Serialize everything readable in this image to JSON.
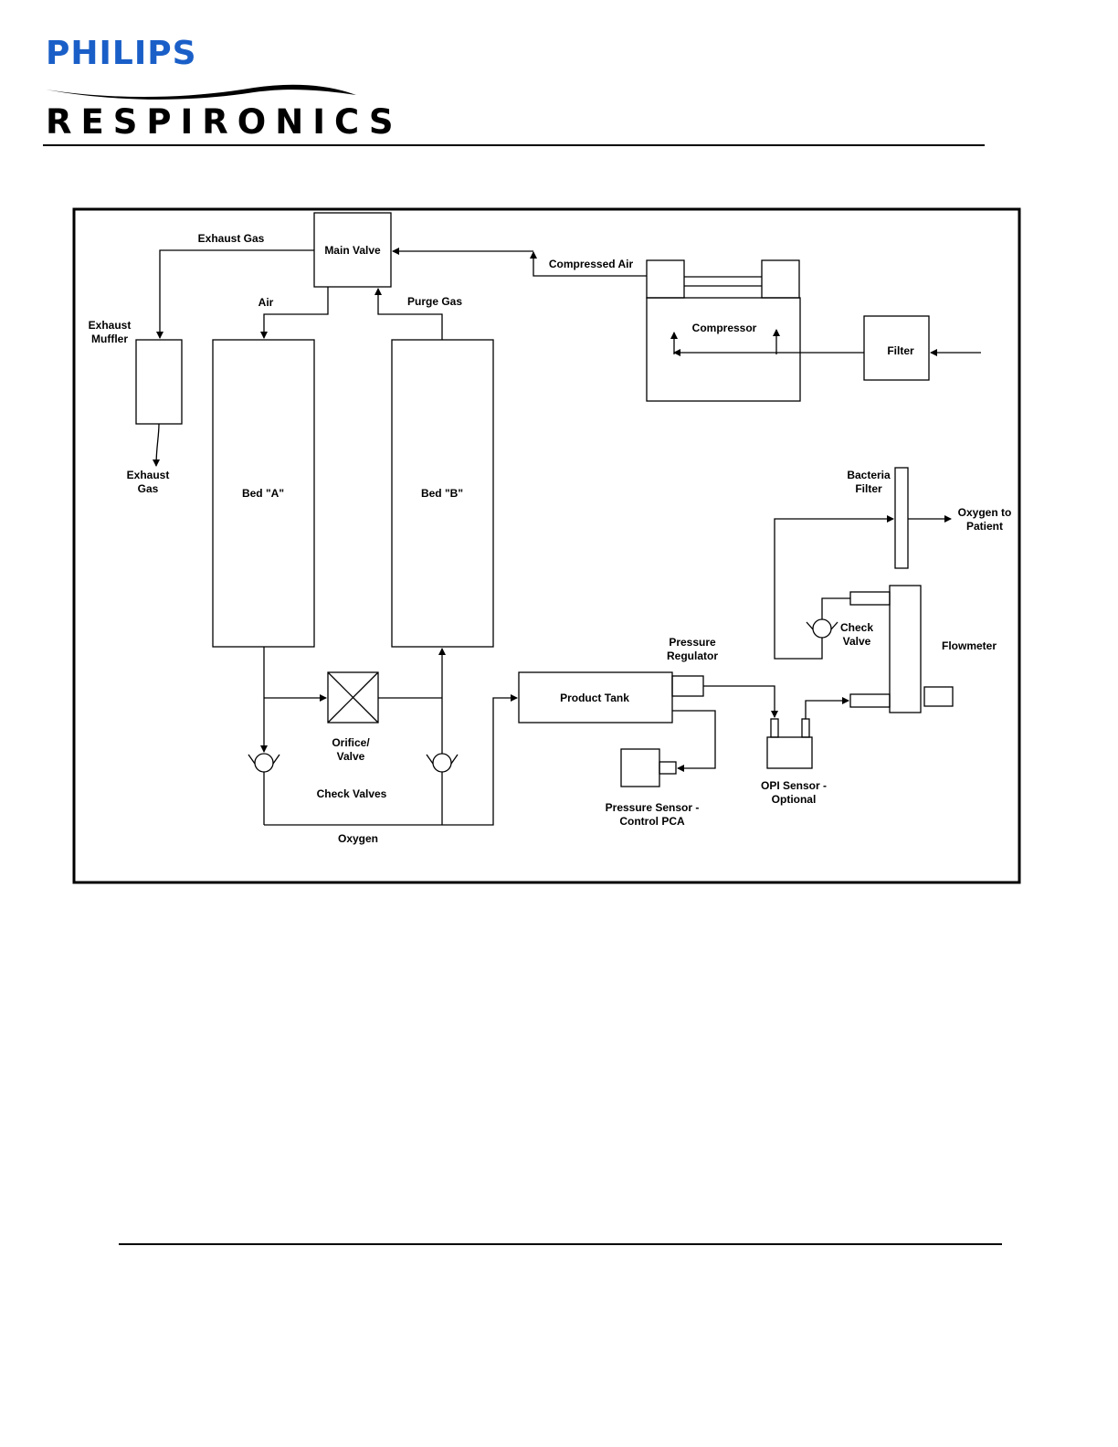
{
  "header": {
    "brand_top": "PHILIPS",
    "brand_bottom": "RESPIRONICS",
    "brand_color": "#1a5fc8"
  },
  "diagram": {
    "main_valve": "Main Valve",
    "exhaust_gas_top": "Exhaust Gas",
    "compressed_air": "Compressed Air",
    "air": "Air",
    "purge_gas": "Purge Gas",
    "exhaust_muffler_1": "Exhaust",
    "exhaust_muffler_2": "Muffler",
    "compressor": "Compressor",
    "filter": "Filter",
    "exhaust_gas_1": "Exhaust",
    "exhaust_gas_2": "Gas",
    "bed_a": "Bed \"A\"",
    "bed_b": "Bed \"B\"",
    "bacteria_filter_1": "Bacteria",
    "bacteria_filter_2": "Filter",
    "oxygen_to_patient_1": "Oxygen to",
    "oxygen_to_patient_2": "Patient",
    "check_valve_1": "Check",
    "check_valve_2": "Valve",
    "flowmeter": "Flowmeter",
    "pressure_regulator_1": "Pressure",
    "pressure_regulator_2": "Regulator",
    "product_tank": "Product Tank",
    "orifice_valve_1": "Orifice/",
    "orifice_valve_2": "Valve",
    "check_valves": "Check Valves",
    "oxygen": "Oxygen",
    "opi_sensor_1": "OPI Sensor  -",
    "opi_sensor_2": "Optional",
    "pressure_sensor_1": "Pressure Sensor  -",
    "pressure_sensor_2": "Control PCA"
  }
}
